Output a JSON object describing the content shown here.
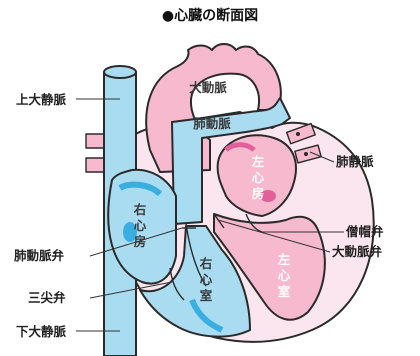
{
  "title": "●心臓の断面図",
  "labels": {
    "superior_vena_cava": "上大静脈",
    "inferior_vena_cava": "下大静脈",
    "aorta": "大動脈",
    "pulmonary_artery": "肺動脈",
    "pulmonary_veins": "肺静脈",
    "right_atrium": "右心房",
    "left_atrium": "左心房",
    "right_ventricle": "右心室",
    "left_ventricle": "左心室",
    "mitral_valve": "僧帽弁",
    "aortic_valve": "大動脈弁",
    "pulmonary_valve": "肺動脈弁",
    "tricuspid_valve": "三尖弁"
  },
  "colors": {
    "venous": "#a9dcf1",
    "venous_dark": "#3aaee0",
    "arterial": "#f6b9cd",
    "arterial_dark": "#e2609a",
    "muscle": "#fbe6ef",
    "outline": "#2a2a2a"
  }
}
